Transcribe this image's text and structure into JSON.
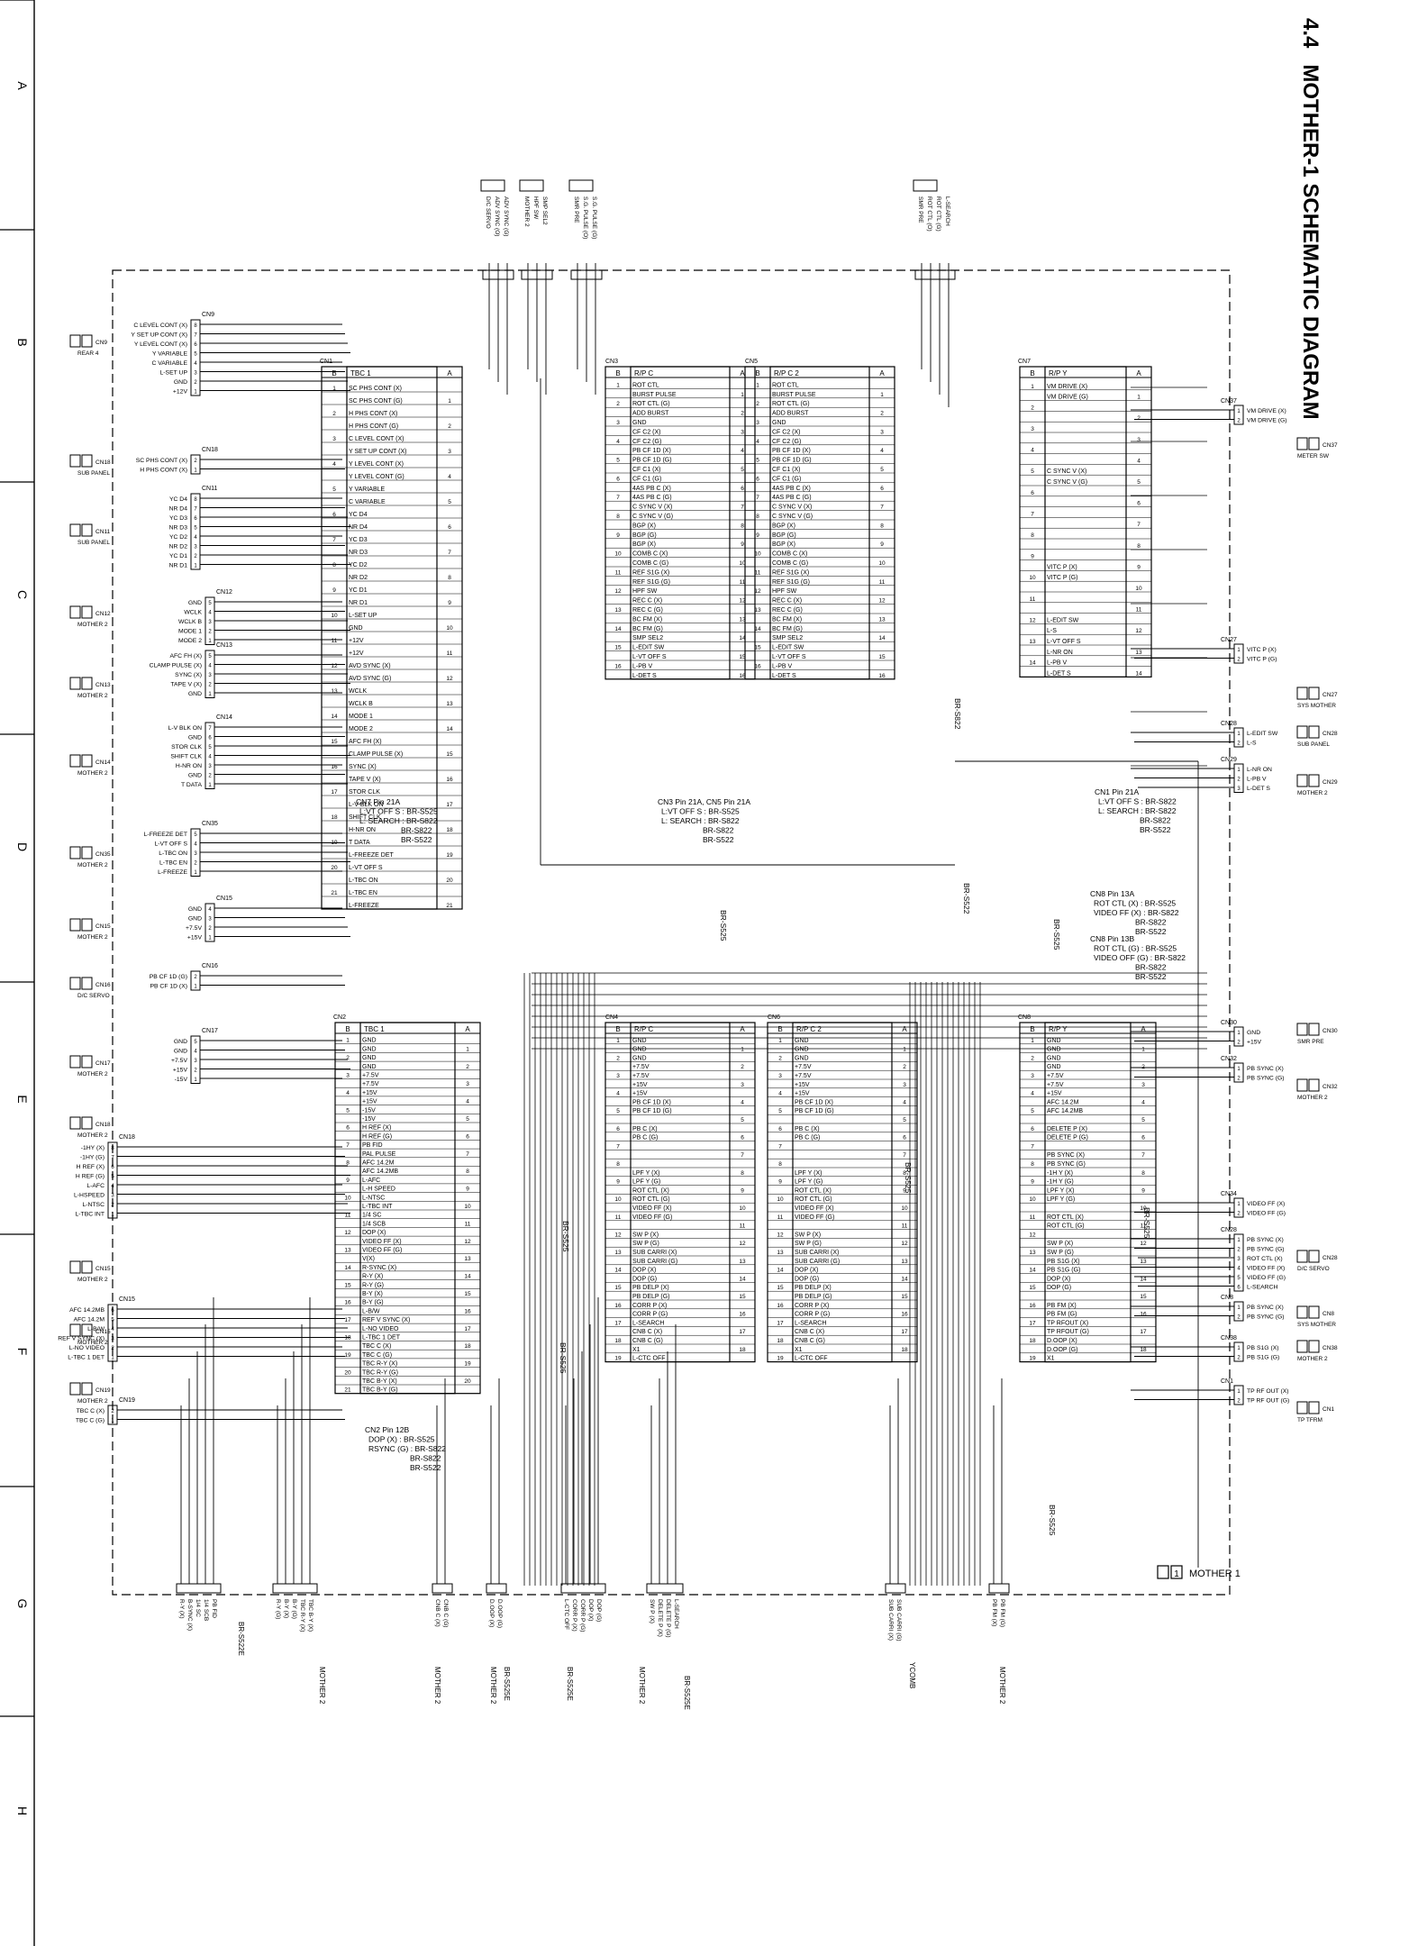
{
  "header": {
    "section": "4.4",
    "title": "MOTHER-1 SCHEMATIC DIAGRAM"
  },
  "grid_rows": [
    "A",
    "B",
    "C",
    "D",
    "E",
    "F",
    "G",
    "H"
  ],
  "board_label": {
    "number": "1",
    "name": "MOTHER 1"
  },
  "top_connectors": [
    {
      "id": "CN3",
      "lines": [
        "D/C SERVO",
        "ADV SYNC (O)",
        "ADV SYNC (G)"
      ]
    },
    {
      "id": "CN3b",
      "lines": [
        "MOTHER 2",
        "HPF SW",
        "SMP SEL2"
      ]
    },
    {
      "id": "CN4",
      "lines": [
        "SMR PRE",
        "S.G. PULSE (O)",
        "S.G. PULSE (G)"
      ]
    },
    {
      "id": "CN8",
      "lines": [
        "SMR PRE",
        "ROT CTL (O)",
        "ROT CTL (G)",
        "L-SEARCH"
      ]
    }
  ],
  "left_groups": [
    {
      "conn": "CN9",
      "dest": "REAR 4",
      "pins": [
        "C LEVEL CONT (X)",
        "Y SET UP CONT (X)",
        "Y LEVEL CONT (X)",
        "Y VARIABLE",
        "C VARIABLE",
        "L-SET UP",
        "GND",
        "+12V"
      ]
    },
    {
      "conn": "CN18",
      "dest": "SUB PANEL",
      "pins": [
        "SC PHS CONT (X)",
        "H PHS CONT (X)"
      ]
    },
    {
      "conn": "CN11",
      "dest": "SUB PANEL",
      "pins": [
        "YC D4",
        "NR D4",
        "YC D3",
        "NR D3",
        "YC D2",
        "NR D2",
        "YC D1",
        "NR D1"
      ]
    },
    {
      "conn": "CN12",
      "dest": "MOTHER 2",
      "pins": [
        "GND",
        "WCLK",
        "WCLK B",
        "MODE 1",
        "MODE 2"
      ]
    },
    {
      "conn": "CN13",
      "dest": "MOTHER 2",
      "pins": [
        "AFC FH (X)",
        "CLAMP PULSE (X)",
        "SYNC (X)",
        "TAPE V (X)",
        "GND"
      ]
    },
    {
      "conn": "CN14",
      "dest": "MOTHER 2",
      "pins": [
        "L-V BLK ON",
        "GND",
        "STOR CLK",
        "SHIFT CLK",
        "H-NR ON",
        "GND",
        "T DATA"
      ]
    },
    {
      "conn": "CN35",
      "dest": "MOTHER 2",
      "pins": [
        "L-FREEZE DET",
        "L-VT OFF S",
        "L-TBC ON",
        "L-TBC EN",
        "L-FREEZE"
      ]
    },
    {
      "conn": "CN15",
      "dest": "MOTHER 2",
      "pins": [
        "GND",
        "GND",
        "+7.5V",
        "+15V"
      ]
    },
    {
      "conn": "CN16",
      "dest": "D/C SERVO",
      "pins": [
        "PB CF 1D (G)",
        "PB CF 1D (X)"
      ]
    },
    {
      "conn": "CN17",
      "dest": "MOTHER 2",
      "pins": [
        "GND",
        "GND",
        "+7.5V",
        "+15V",
        "-15V"
      ]
    },
    {
      "conn": "CN18",
      "dest": "MOTHER 2",
      "pins": [
        "-1HY (X)",
        "-1HY (G)",
        "H REF (X)",
        "H REF (G)",
        "L-AFC",
        "L-HSPEED",
        "L-NTSC",
        "L-TBC INT"
      ]
    },
    {
      "conn": "CN15",
      "dest": "MOTHER 2",
      "pins": []
    },
    {
      "conn": "CN15",
      "dest": "MOTHER 2",
      "pins": [
        "AFC 14.2MB",
        "AFC 14.2M",
        "L-B/W",
        "REF V SYNC (X)",
        "L-NO VIDEO",
        "L-TBC 1 DET"
      ]
    },
    {
      "conn": "CN19",
      "dest": "MOTHER 2",
      "pins": [
        "TBC C (X)",
        "TBC C (G)"
      ]
    }
  ],
  "ics": [
    {
      "name": "TBC 1",
      "conn": "CN1",
      "pins": [
        "SC PHS CONT (X)",
        "SC PHS CONT (G)",
        "H PHS CONT (X)",
        "H PHS CONT (G)",
        "C LEVEL CONT (X)",
        "Y SET UP CONT (X)",
        "Y LEVEL CONT (X)",
        "Y LEVEL CONT (G)",
        "Y VARIABLE",
        "C VARIABLE",
        "YC D4",
        "NR D4",
        "YC D3",
        "NR D3",
        "YC D2",
        "NR D2",
        "YC D1",
        "NR D1",
        "L-SET UP",
        "GND",
        "+12V",
        "+12V",
        "AVD SYNC (X)",
        "AVD SYNC (G)",
        "WCLK",
        "WCLK B",
        "MODE 1",
        "MODE 2",
        "AFC FH (X)",
        "CLAMP PULSE (X)",
        "SYNC (X)",
        "TAPE V (X)",
        "STOR CLK",
        "L-V BLK ON",
        "SHIFT CLK",
        "H-NR ON",
        "T DATA",
        "L-FREEZE DET",
        "L-VT OFF S",
        "L-TBC ON",
        "L-TBC EN",
        "L-FREEZE"
      ]
    },
    {
      "name": "R/P C",
      "conn": "CN3",
      "pins": [
        "ROT CTL",
        "BURST PULSE",
        "ROT CTL (G)",
        "ADD BURST",
        "GND",
        "CF C2 (X)",
        "CF C2 (G)",
        "PB CF 1D (X)",
        "PB CF 1D (G)",
        "CF C1 (X)",
        "CF C1 (G)",
        "4AS PB C (X)",
        "4AS PB C (G)",
        "C SYNC V (X)",
        "C SYNC V (G)",
        "BGP (X)",
        "BGP (G)",
        "BGP (X)",
        "COMB C (X)",
        "COMB C (G)",
        "REF S1G (X)",
        "REF S1G (G)",
        "HPF SW",
        "REC C (X)",
        "REC C (G)",
        "BC FM (X)",
        "BC FM (G)",
        "SMP SEL2",
        "L-EDIT SW",
        "L-VT OFF S",
        "L-PB V",
        "L-DET S"
      ]
    },
    {
      "name": "R/P C 2",
      "conn": "CN5",
      "pins": [
        "ROT CTL",
        "BURST PULSE",
        "ROT CTL (G)",
        "ADD BURST",
        "GND",
        "CF C2 (X)",
        "CF C2 (G)",
        "PB CF 1D (X)",
        "PB CF 1D (G)",
        "CF C1 (X)",
        "CF C1 (G)",
        "4AS PB C (X)",
        "4AS PB C (G)",
        "C SYNC V (X)",
        "C SYNC V (G)",
        "BGP (X)",
        "BGP (G)",
        "BGP (X)",
        "COMB C (X)",
        "COMB C (G)",
        "REF S1G (X)",
        "REF S1G (G)",
        "HPF SW",
        "REC C (X)",
        "REC C (G)",
        "BC FM (X)",
        "BC FM (G)",
        "SMP SEL2",
        "L-EDIT SW",
        "L-VT OFF S",
        "L-PB V",
        "L-DET S"
      ]
    },
    {
      "name": "R/P Y",
      "conn": "CN7",
      "pins": [
        "VM DRIVE (X)",
        "VM DRIVE (G)",
        "",
        "",
        "",
        "",
        "",
        "",
        "C SYNC V (X)",
        "C SYNC V (G)",
        "",
        "",
        "",
        "",
        "",
        "",
        "",
        "VITC P (X)",
        "VITC P (G)",
        "",
        "",
        "",
        "L-EDIT SW",
        "L-S",
        "L-VT OFF S",
        "L-NR ON",
        "L-PB V",
        "L-DET S"
      ]
    },
    {
      "name": "TBC 1",
      "conn": "CN2",
      "pins": [
        "GND",
        "GND",
        "GND",
        "GND",
        "+7.5V",
        "+7.5V",
        "+15V",
        "+15V",
        "-15V",
        "-15V",
        "H REF (X)",
        "H REF (G)",
        "PB FID",
        "PAL PULSE",
        "AFC 14.2M",
        "AFC 14.2MB",
        "L-AFC",
        "L-H SPEED",
        "L-NTSC",
        "L-TBC INT",
        "1/4 SC",
        "1/4 SCB",
        "DOP (X)",
        "VIDEO FF (X)",
        "VIDEO FF (G)",
        "V(X)",
        "R-SYNC (X)",
        "R-Y (X)",
        "R-Y (G)",
        "B-Y (X)",
        "B-Y (G)",
        "L-B/W",
        "REF V SYNC (X)",
        "L-NO VIDEO",
        "L-TBC 1 DET",
        "TBC C (X)",
        "TBC C (G)",
        "TBC R-Y (X)",
        "TBC R-Y (G)",
        "TBC B-Y (X)",
        "TBC B-Y (G)"
      ]
    },
    {
      "name": "R/P C",
      "conn": "CN4",
      "pins": [
        "GND",
        "GND",
        "GND",
        "+7.5V",
        "+7.5V",
        "+15V",
        "+15V",
        "PB CF 1D (X)",
        "PB CF 1D (G)",
        "",
        "PB C (X)",
        "PB C (G)",
        "",
        "",
        "",
        "LPF Y (X)",
        "LPF Y (G)",
        "ROT CTL (X)",
        "ROT CTL (G)",
        "VIDEO FF (X)",
        "VIDEO FF (G)",
        "",
        "SW P (X)",
        "SW P (G)",
        "SUB CARRI (X)",
        "SUB CARRI (G)",
        "DOP (X)",
        "DOP (G)",
        "PB DELP (X)",
        "PB DELP (G)",
        "CORR P (X)",
        "CORR P (G)",
        "L-SEARCH",
        "CNB C (X)",
        "CNB C (G)",
        "X1",
        "L-CTC OFF"
      ]
    },
    {
      "name": "R/P C 2",
      "conn": "CN6",
      "pins": [
        "GND",
        "GND",
        "GND",
        "+7.5V",
        "+7.5V",
        "+15V",
        "+15V",
        "PB CF 1D (X)",
        "PB CF 1D (G)",
        "",
        "PB C (X)",
        "PB C (G)",
        "",
        "",
        "",
        "LPF Y (X)",
        "LPF Y (G)",
        "ROT CTL (X)",
        "ROT CTL (G)",
        "VIDEO FF (X)",
        "VIDEO FF (G)",
        "",
        "SW P (X)",
        "SW P (G)",
        "SUB CARRI (X)",
        "SUB CARRI (G)",
        "DOP (X)",
        "DOP (G)",
        "PB DELP (X)",
        "PB DELP (G)",
        "CORR P (X)",
        "CORR P (G)",
        "L-SEARCH",
        "CNB C (X)",
        "CNB C (G)",
        "X1",
        "L-CTC OFF"
      ]
    },
    {
      "name": "R/P Y",
      "conn": "CN8",
      "pins": [
        "GND",
        "GND",
        "GND",
        "GND",
        "+7.5V",
        "+7.5V",
        "+15V",
        "AFC 14.2M",
        "AFC 14.2MB",
        "",
        "DELETE P (X)",
        "DELETE P (G)",
        "",
        "PB SYNC (X)",
        "PB SYNC (G)",
        "-1H Y (X)",
        "-1H Y (G)",
        "LPF Y (X)",
        "LPF Y (G)",
        "",
        "ROT CTL (X)",
        "ROT CTL (G)",
        "",
        "SW P (X)",
        "SW P (G)",
        "PB S1G (X)",
        "PB S1G (G)",
        "DOP (X)",
        "DOP (G)",
        "",
        "PB FM (X)",
        "PB FM (G)",
        "TP RFOUT (X)",
        "TP RFOUT (G)",
        "D.OOP (X)",
        "D.OOP (G)",
        "X1"
      ]
    }
  ],
  "right_groups": [
    {
      "conn": "CN37",
      "dest": "METER SW",
      "pins": [
        "VM DRIVE (X)",
        "VM DRIVE (G)"
      ]
    },
    {
      "conn": "CN27",
      "dest": "SYS MOTHER",
      "pins": [
        "VITC P (X)",
        "VITC P (G)"
      ]
    },
    {
      "conn": "CN28",
      "dest": "SUB PANEL",
      "pins": [
        "L-EDIT SW",
        "L-S"
      ]
    },
    {
      "conn": "CN29",
      "dest": "MOTHER 2",
      "pins": [
        "L-NR ON",
        "L-PB V",
        "L-DET S"
      ]
    },
    {
      "conn": "CN30",
      "dest": "SMR PRE",
      "pins": [
        "GND",
        "+15V"
      ]
    },
    {
      "conn": "CN32",
      "dest": "MOTHER 2",
      "pins": [
        "PB SYNC (X)",
        "PB SYNC (G)"
      ]
    },
    {
      "conn": "CN34",
      "dest": "",
      "pins": [
        "VIDEO FF (X)",
        "VIDEO FF (G)"
      ]
    },
    {
      "conn": "CN28",
      "dest": "D/C SERVO",
      "pins": [
        "PB SYNC (X)",
        "PB SYNC (G)",
        "ROT CTL (X)",
        "VIDEO FF (X)",
        "VIDEO FF (G)",
        "L-SEARCH"
      ]
    },
    {
      "conn": "CN8",
      "dest": "SYS MOTHER",
      "pins": [
        "PB SYNC (X)",
        "PB SYNC (G)"
      ]
    },
    {
      "conn": "CN38",
      "dest": "MOTHER 2",
      "pins": [
        "PB S1G (X)",
        "PB S1G (G)"
      ]
    },
    {
      "conn": "CN1",
      "dest": "TP TFRM",
      "pins": [
        "TP RF OUT (X)",
        "TP RF OUT (G)"
      ]
    }
  ],
  "notes": [
    "CN7 Pin 21A",
    "L:VT OFF S : BR-S525",
    "L: SEARCH : BR-S822",
    "BR-S822",
    "BR-S522",
    "CN3 Pin 21A, CN5 Pin 21A",
    "L:VT OFF S : BR-S525",
    "L: SEARCH : BR-S822",
    "BR-S822",
    "BR-S522",
    "CN1 Pin 21A",
    "L:VT OFF S : BR-S822",
    "L: SEARCH : BR-S822",
    "BR-S822",
    "BR-S522",
    "CN8 Pin 13A",
    "ROT CTL (X) : BR-S525",
    "VIDEO FF (X) : BR-S822",
    "BR-S822",
    "BR-S522",
    "CN8 Pin 13B",
    "ROT CTL (G) : BR-S525",
    "VIDEO OFF (G) : BR-S822",
    "BR-S822",
    "BR-S522",
    "CN2 Pin 12B",
    "DOP (X) : BR-S525",
    "RSYNC (G) : BR-S822",
    "BR-S822",
    "BR-S522"
  ],
  "bottom_connectors": [
    {
      "lines": [
        "R-Y (X)",
        "B-SYNC (X)",
        "1/4 SC",
        "1/4 SCB",
        "PB FID"
      ]
    },
    {
      "lines": [
        "R-Y (G)",
        "B-Y (X)",
        "B-Y (G)",
        "TBC R-Y (X)",
        "TBC B-Y (X)"
      ]
    },
    {
      "lines": [
        "CNB C (X)",
        "CNB C (G)"
      ]
    },
    {
      "lines": [
        "D.OOP (X)",
        "D.OOP (G)"
      ]
    },
    {
      "lines": [
        "L-CTC OFF",
        "CORR P (X)",
        "CORR P (G)",
        "DOP (X)",
        "DOP (G)"
      ]
    },
    {
      "lines": [
        "SW P (X)",
        "DELETE P (X)",
        "DELETE P (G)",
        "L-SEARCH"
      ]
    },
    {
      "lines": [
        "SUB CARRI (X)",
        "SUB CARRI (G)"
      ]
    },
    {
      "lines": [
        "PB FM (X)",
        "PB FM (G)"
      ]
    }
  ],
  "bottom_labels": [
    "BR-S522E",
    "BR-S525E",
    "BR-S525E",
    "BR-S525E",
    "YCOMB",
    "MOTHER 2",
    "MOTHER 2",
    "MOTHER 2",
    "MOTHER 2",
    "MOTHER 2"
  ],
  "model_marks": [
    "BR-S525",
    "BR-S822",
    "BR-S522",
    "BR-S525",
    "BR-S525",
    "BR-S525",
    "BR-S525",
    "BR-S525",
    "BR-S525"
  ]
}
